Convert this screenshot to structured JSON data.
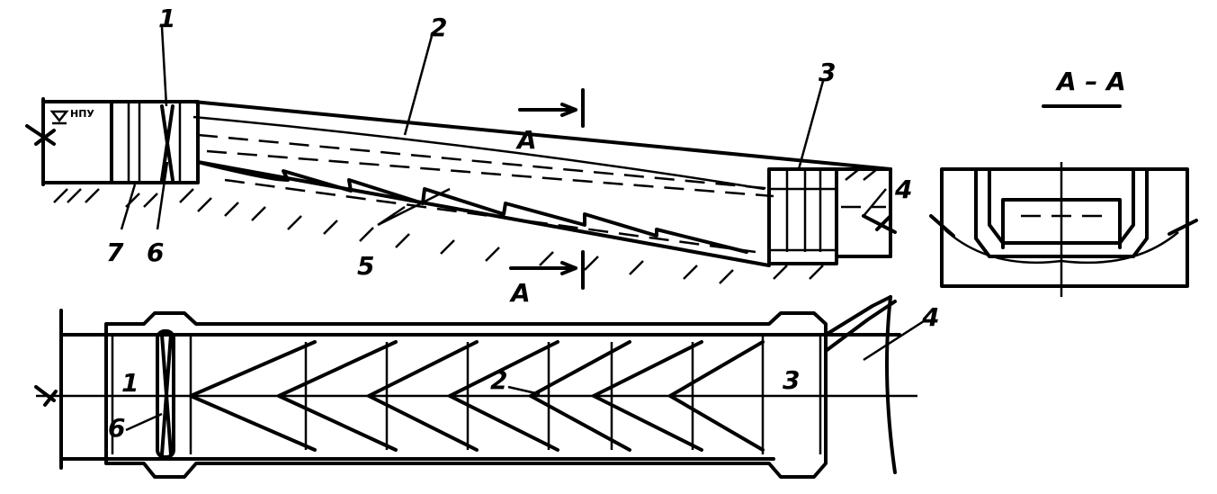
{
  "labels": {
    "n1": "1",
    "n2": "2",
    "n3": "3",
    "n4": "4",
    "n5": "5",
    "n6": "6",
    "n7": "7",
    "plan_1": "1",
    "plan_2": "2",
    "plan_3": "3",
    "plan_4": "4",
    "plan_6": "6",
    "section_top": "A",
    "section_bottom": "A",
    "section_title": "A – A",
    "water_level": "НПУ"
  }
}
